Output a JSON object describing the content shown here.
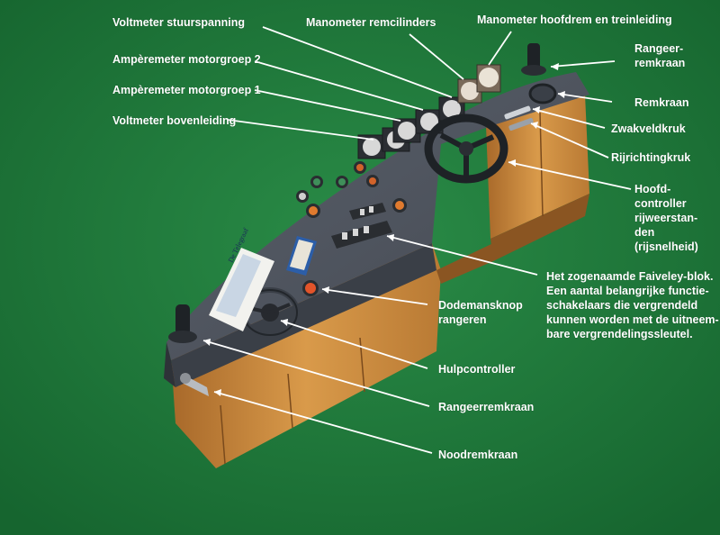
{
  "labels": {
    "voltmeter_stuurspanning": "Voltmeter stuurspanning",
    "manometer_remcilinders": "Manometer remcilinders",
    "manometer_hoofdrem": "Manometer hoofdrem en treinleiding",
    "amperemeter_2": "Ampèremeter motorgroep 2",
    "amperemeter_1": "Ampèremeter motorgroep 1",
    "voltmeter_bovenleiding": "Voltmeter bovenleiding",
    "rangeer_remkraan_top": "Rangeer-\nremkraan",
    "remkraan": "Remkraan",
    "zwakveldkruk": "Zwakveldkruk",
    "rijrichtingkruk": "Rijrichtingkruk",
    "hoofdcontroller": "Hoofd-\ncontroller\nrijweerstan-\nden\n(rijsnelheid)",
    "faiveley": "Het zogenaamde Faiveley-blok.\nEen aantal belangrijke functie-\nschakelaars die vergrendeld\nkunnen worden met de uitneem-\nbare vergrendelingssleutel.",
    "dodemansknop": "Dodemansknop\nrangeren",
    "hulpcontroller": "Hulpcontroller",
    "rangeerremkraan": "Rangeerremkraan",
    "noodremkraan": "Noodremkraan"
  },
  "newspaper": {
    "masthead": "De Telegraaf"
  },
  "colors": {
    "background": "#1f7a3a",
    "desk_top": "#4f5560",
    "cabinet": "#c98a3c",
    "label_text": "#ffffff",
    "leader_line": "#ffffff"
  }
}
